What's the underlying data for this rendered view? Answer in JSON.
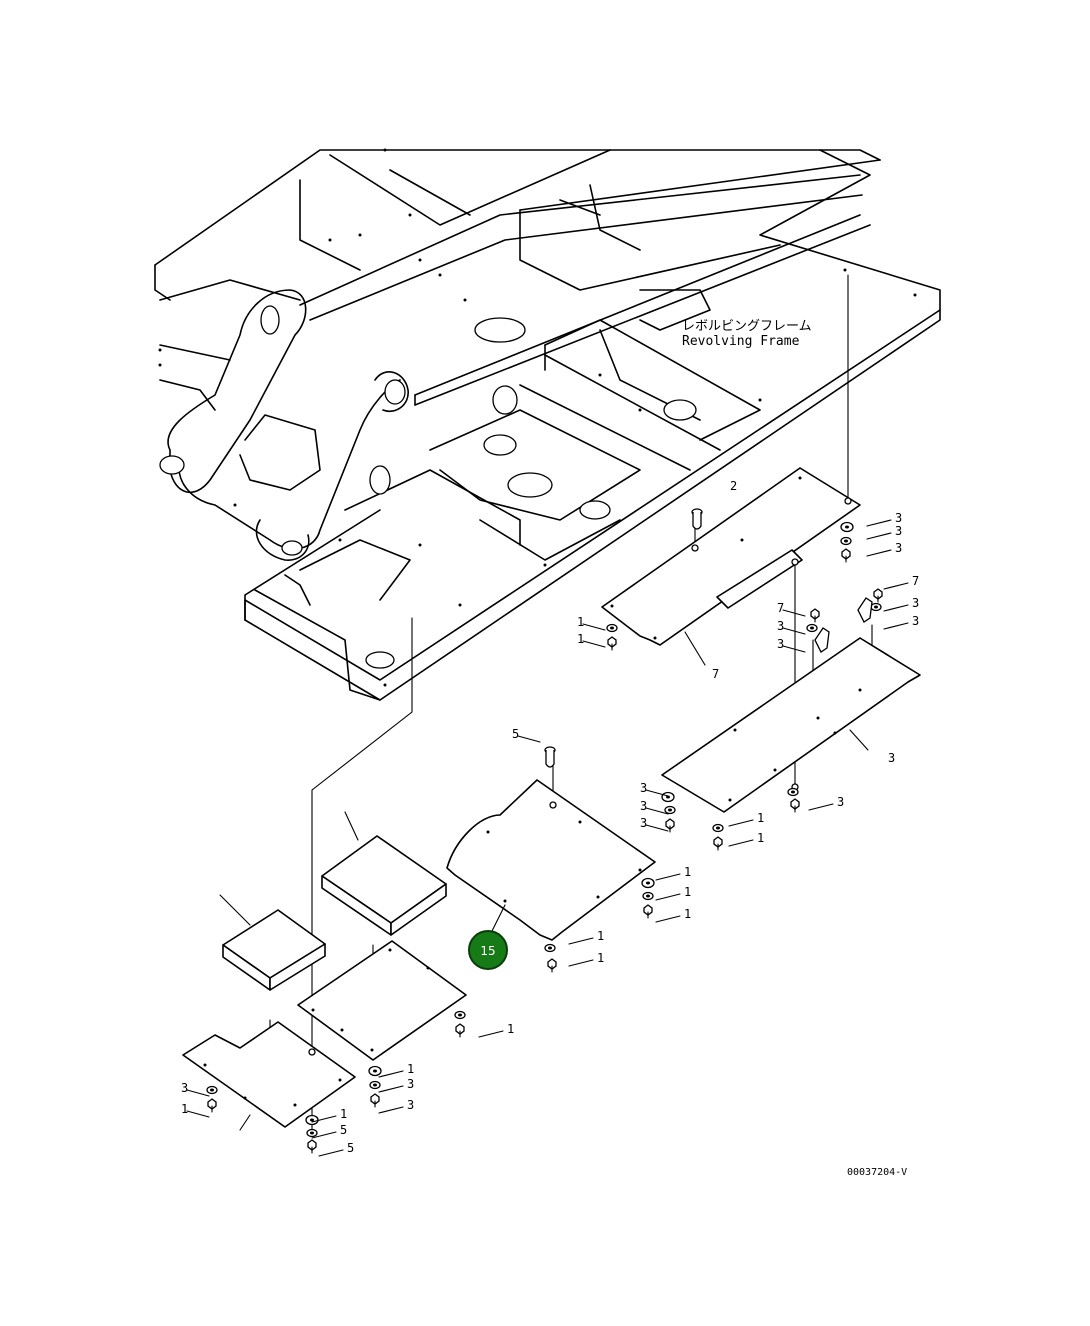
{
  "frame_label_jp": "レボルビングフレーム",
  "frame_label_en": "Revolving Frame",
  "drawing_code": "00037204-V",
  "callout_badge": {
    "number": "15",
    "fill": "#167a16",
    "stroke": "#0a3d0a"
  },
  "part_marks": [
    "3",
    "3",
    "3",
    "7",
    "3",
    "3",
    "7",
    "3",
    "3",
    "7",
    "2",
    "1",
    "1",
    "3",
    "3",
    "3",
    "3",
    "3",
    "1",
    "1",
    "1",
    "1",
    "1",
    "1",
    "1",
    "1",
    "1",
    "3",
    "3",
    "3",
    "1",
    "1",
    "5",
    "5",
    "5"
  ]
}
